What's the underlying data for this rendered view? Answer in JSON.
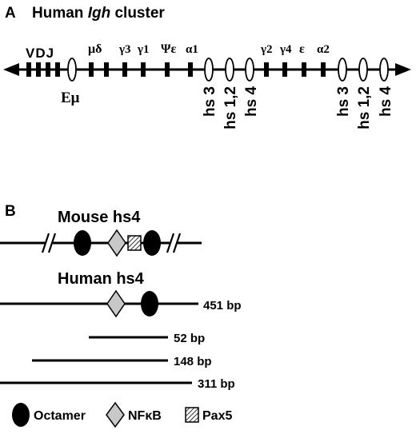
{
  "panel_a": {
    "letter": "A",
    "title_prefix": "Human",
    "title_gene": "Igh",
    "title_suffix": "cluster",
    "segments_vdj": "VDJ",
    "gene_labels": {
      "mu_delta": "μδ",
      "gamma3": "γ3",
      "gamma1": "γ1",
      "psi_epsilon": "Ψε",
      "alpha1": "α1",
      "gamma2": "γ2",
      "gamma4": "γ4",
      "epsilon": "ε",
      "alpha2": "α2"
    },
    "enhancer_label": "Eμ",
    "hs_labels_left": [
      "hs 3",
      "hs 1,2",
      "hs 4"
    ],
    "hs_labels_right": [
      "hs 3",
      "hs 1,2",
      "hs 4"
    ]
  },
  "panel_b": {
    "letter": "B",
    "mouse_title": "Mouse hs4",
    "human_title": "Human hs4",
    "fragments": [
      {
        "label": "451 bp"
      },
      {
        "label": "52 bp"
      },
      {
        "label": "148 bp"
      },
      {
        "label": "311 bp"
      }
    ]
  },
  "legend": {
    "octamer": "Octamer",
    "nfkb": "NFκB",
    "pax5": "Pax5"
  },
  "colors": {
    "line": "#000000",
    "octamer": "#000000",
    "nfkb": "#c8c8c8",
    "pax5": "#ffffff"
  }
}
